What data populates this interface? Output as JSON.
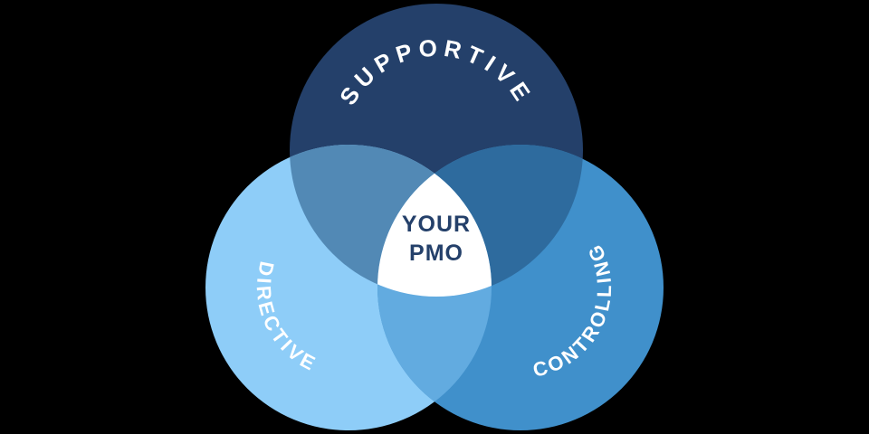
{
  "diagram": {
    "background": "#000000",
    "label_color": "#FFFFFF",
    "sets": [
      {
        "name": "supportive",
        "label": "SUPPORTIVE",
        "color": "#24406A"
      },
      {
        "name": "directive",
        "label": "DIRECTIVE",
        "color": "#8ECDF8"
      },
      {
        "name": "controlling",
        "label": "CONTROLLING",
        "color": "#4090CB"
      }
    ],
    "overlaps": [
      {
        "name": "supportive-directive",
        "color": "#5289B5"
      },
      {
        "name": "supportive-controlling",
        "color": "#2E6B9E"
      },
      {
        "name": "directive-controlling",
        "color": "#62ABE0"
      }
    ],
    "center": {
      "line1": "YOUR",
      "line2": "PMO",
      "fill": "#FFFFFF",
      "text_color": "#24406A"
    }
  }
}
